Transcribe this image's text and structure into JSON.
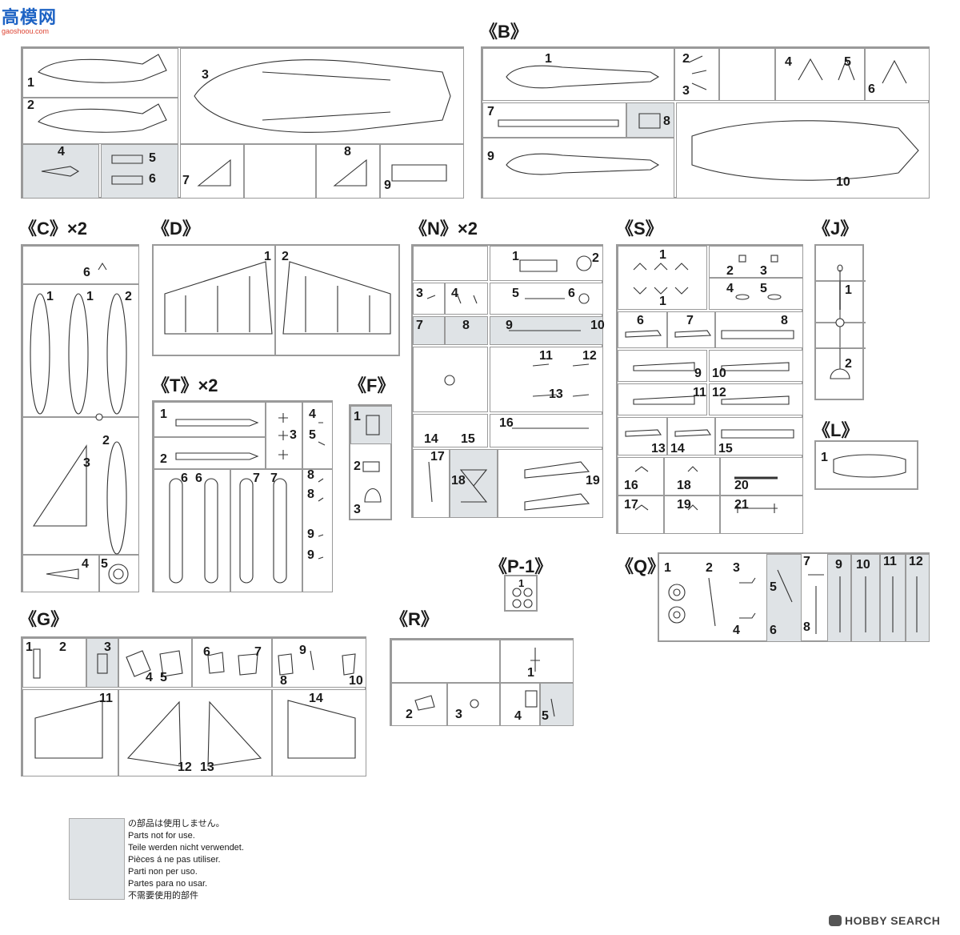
{
  "watermark": {
    "text": "高模网",
    "site": "gaoshoou.com"
  },
  "brand": {
    "name": "HOBBY SEARCH",
    "icon": "hobbysearch-logo-icon"
  },
  "legend": {
    "swatch_color": "#dfe3e6",
    "lines": [
      "の部品は使用しません。",
      "Parts not for use.",
      "Teile werden nicht verwendet.",
      "Pièces á ne pas utiliser.",
      "Parti non per uso.",
      "Partes para no usar.",
      "不需要使用的部件"
    ]
  },
  "sprues": {
    "A": {
      "title": "",
      "parts": [
        "1",
        "2",
        "3",
        "4",
        "5",
        "6",
        "7",
        "8",
        "9"
      ]
    },
    "B": {
      "title": "《B》",
      "parts": [
        "1",
        "2",
        "3",
        "4",
        "5",
        "6",
        "7",
        "8",
        "9",
        "10"
      ]
    },
    "C": {
      "title": "《C》×2",
      "parts": [
        "6",
        "1",
        "1",
        "2",
        "2",
        "3",
        "4",
        "5"
      ]
    },
    "D": {
      "title": "《D》",
      "parts": [
        "1",
        "2"
      ]
    },
    "N": {
      "title": "《N》×2",
      "parts": [
        "1",
        "2",
        "3",
        "4",
        "5",
        "6",
        "7",
        "8",
        "9",
        "10",
        "11",
        "12",
        "13",
        "14",
        "15",
        "16",
        "17",
        "18",
        "19"
      ]
    },
    "S": {
      "title": "《S》",
      "parts": [
        "1",
        "1",
        "2",
        "3",
        "4",
        "5",
        "6",
        "7",
        "8",
        "9",
        "10",
        "11",
        "12",
        "13",
        "14",
        "15",
        "16",
        "17",
        "18",
        "19",
        "20",
        "21"
      ]
    },
    "J": {
      "title": "《J》",
      "parts": [
        "1",
        "2"
      ]
    },
    "L": {
      "title": "《L》",
      "parts": [
        "1"
      ]
    },
    "T": {
      "title": "《T》×2",
      "parts": [
        "1",
        "2",
        "3",
        "4",
        "5",
        "6",
        "6",
        "7",
        "7",
        "8",
        "8",
        "9",
        "9"
      ]
    },
    "F": {
      "title": "《F》",
      "parts": [
        "1",
        "2",
        "3"
      ]
    },
    "P1": {
      "title": "《P-1》",
      "parts": [
        "1"
      ]
    },
    "Q": {
      "title": "《Q》",
      "parts": [
        "1",
        "2",
        "3",
        "4",
        "5",
        "6",
        "7",
        "8",
        "9",
        "10",
        "11",
        "12"
      ]
    },
    "G": {
      "title": "《G》",
      "parts": [
        "1",
        "2",
        "3",
        "4",
        "5",
        "6",
        "7",
        "8",
        "9",
        "10",
        "11",
        "12",
        "13",
        "14"
      ]
    },
    "R": {
      "title": "《R》",
      "parts": [
        "1",
        "2",
        "3",
        "4",
        "5"
      ]
    }
  }
}
